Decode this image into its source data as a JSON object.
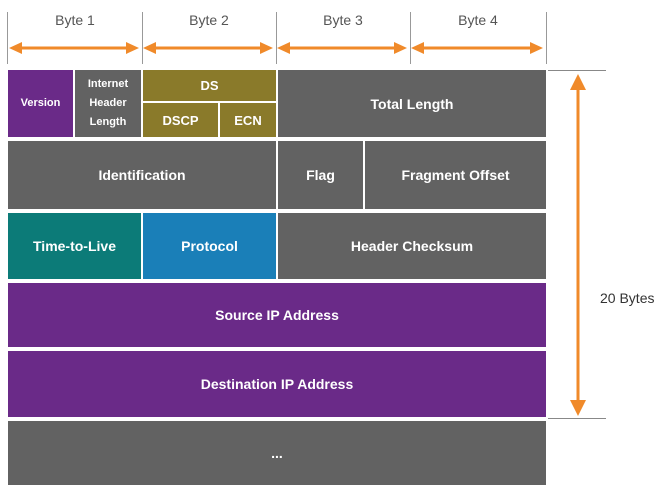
{
  "header": {
    "bytes": [
      "Byte 1",
      "Byte 2",
      "Byte 3",
      "Byte 4"
    ]
  },
  "fields": {
    "version": "Version",
    "ihl": [
      "Internet",
      "Header",
      "Length"
    ],
    "ds": "DS",
    "dscp": "DSCP",
    "ecn": "ECN",
    "total_length": "Total Length",
    "identification": "Identification",
    "flag": "Flag",
    "fragment_offset": "Fragment Offset",
    "ttl": "Time-to-Live",
    "protocol": "Protocol",
    "header_checksum": "Header Checksum",
    "source_ip": "Source IP Address",
    "destination_ip": "Destination IP Address",
    "options": "..."
  },
  "side": {
    "size_label": "20 Bytes"
  },
  "colors": {
    "gray": "#626262",
    "purple": "#6a2a88",
    "teal": "#0c7b78",
    "blue": "#1a7fb8",
    "olive": "#8a7a2a",
    "arrow": "#f08a2a"
  }
}
